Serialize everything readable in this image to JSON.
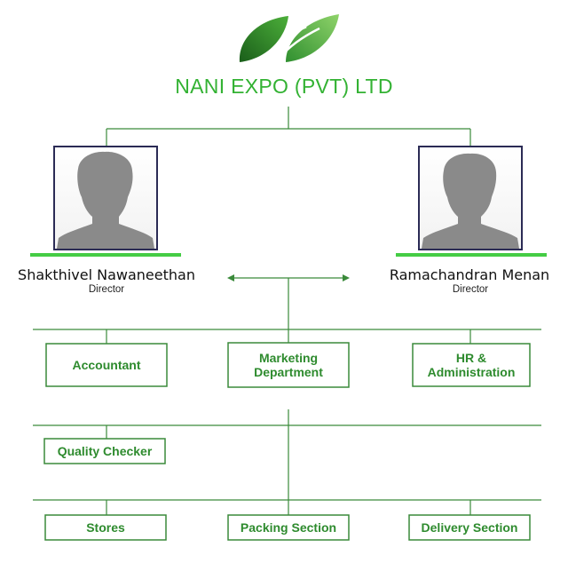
{
  "company": {
    "name": "NANI EXPO (PVT) LTD"
  },
  "directors": [
    {
      "name": "Shakthivel Nawaneethan",
      "role": "Director",
      "photo_icon": "person-silhouette"
    },
    {
      "name": "Ramachandran Menan",
      "role": "Director",
      "photo_icon": "person-silhouette"
    }
  ],
  "departments": {
    "accountant": "Accountant",
    "marketing_line1": "Marketing",
    "marketing_line2": "Department",
    "hr_line1": "HR &",
    "hr_line2": "Administration",
    "quality": "Quality Checker",
    "stores": "Stores",
    "packing": "Packing Section",
    "delivery": "Delivery Section"
  },
  "colors": {
    "brand_green": "#33b233",
    "line_green": "#3a8a3a",
    "box_text": "#2e8b2e",
    "photo_frame": "#2b2b55",
    "leaf_dark": "#1e6e1e",
    "leaf_light": "#6cc24a"
  }
}
